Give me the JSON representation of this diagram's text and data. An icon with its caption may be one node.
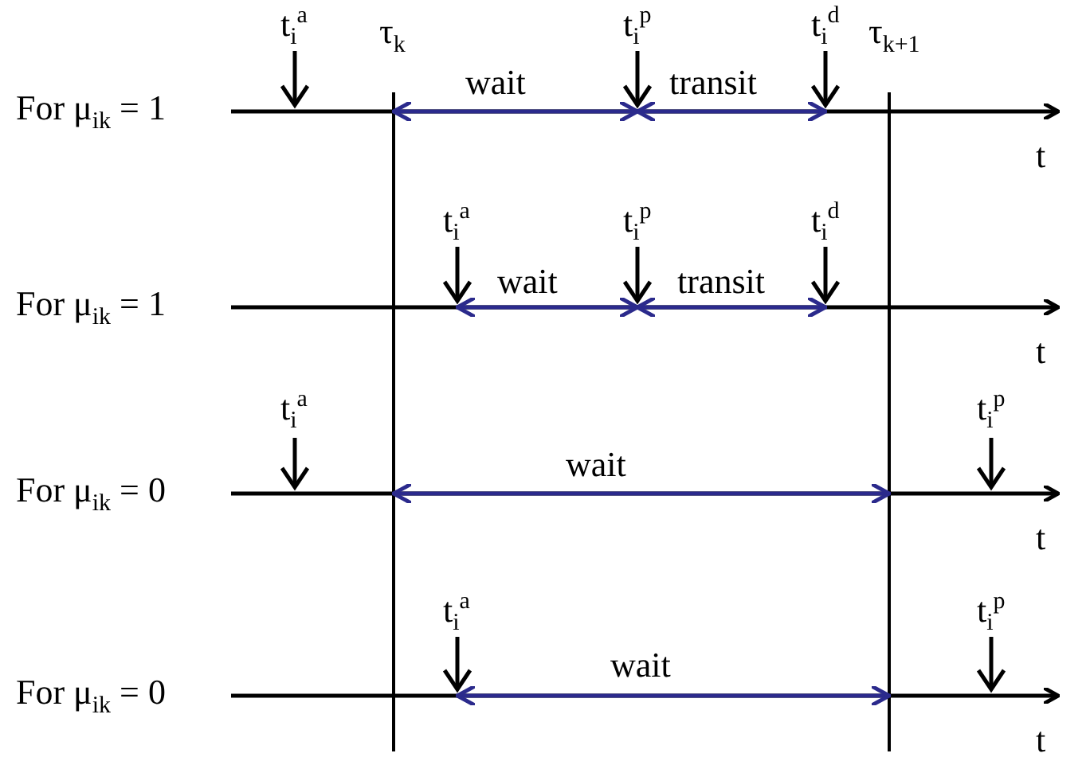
{
  "diagram": {
    "labels": [
      "t$_{i}$$^{a}$",
      "τ$_{k}$",
      "t$_{i}$$^{p}$",
      "t$_{i}$$^{d}$",
      "τ$_{k+1}$",
      "For μ$_{ik}$ = 1",
      "wait",
      "transit",
      "t",
      "t$_{i}$$^{a}$",
      "t$_{i}$$^{p}$",
      "t$_{i}$$^{d}$",
      "For μ$_{ik}$ = 1",
      "wait",
      "transit",
      "t",
      "t$_{i}$$^{a}$",
      "t$_{i}$$^{p}$",
      "For μ$_{ik}$ = 0",
      "wait",
      "t",
      "t$_{i}$$^{a}$",
      "t$_{i}$$^{p}$",
      "For μ$_{ik}$ = 0",
      "wait",
      "t"
    ]
  }
}
